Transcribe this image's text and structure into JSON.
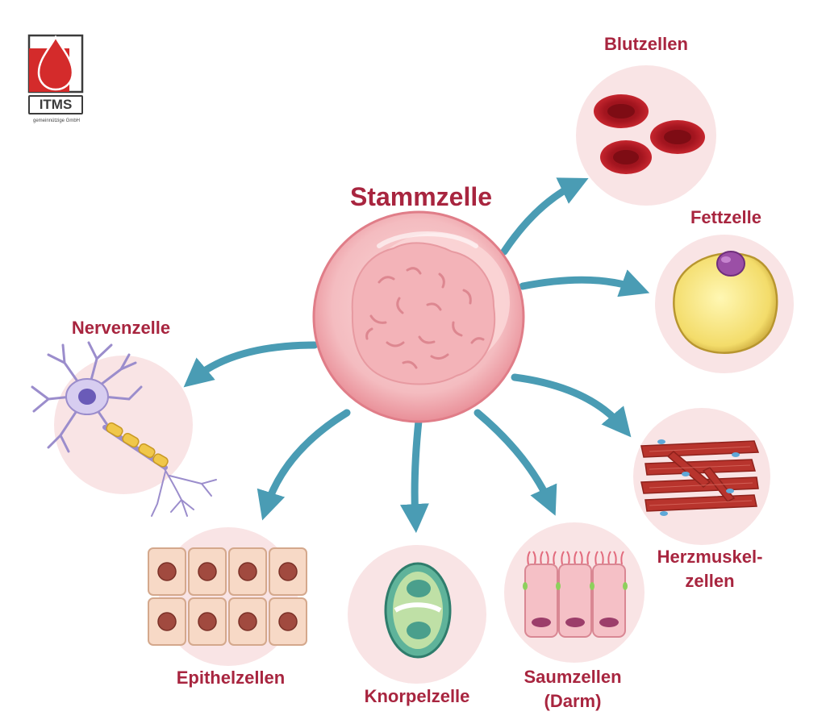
{
  "logo": {
    "name": "ITMS",
    "subtitle": "gemeinnützige GmbH"
  },
  "center": {
    "label": "Stammzelle"
  },
  "cells": {
    "blood": "Blutzellen",
    "fat": "Fettzelle",
    "nerve": "Nervenzelle",
    "heart_line1": "Herzmuskel-",
    "heart_line2": "zellen",
    "epithelial": "Epithelzellen",
    "cartilage": "Knorpelzelle",
    "brush_line1": "Saumzellen",
    "brush_line2": "(Darm)"
  },
  "colors": {
    "label": "#a8253f",
    "arrow": "#4a9cb4",
    "bubble": "#f9e4e5",
    "logo_red": "#d42b2b"
  }
}
